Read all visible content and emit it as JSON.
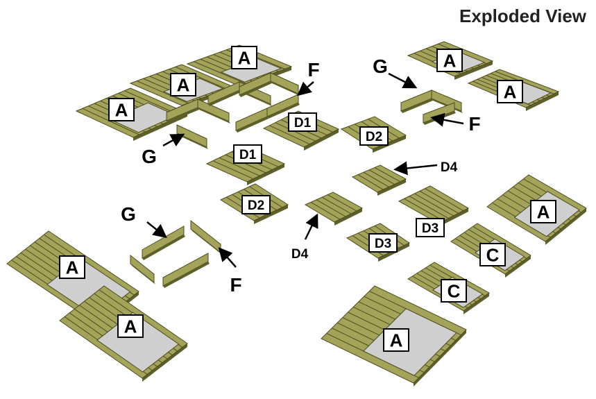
{
  "title": "Exploded View",
  "colors": {
    "wood": "#a3a35a",
    "wood_dark": "#5f5f2a",
    "wood_line": "#4c4c20",
    "screen": "#cfcfcf",
    "label_fill": "#ffffff",
    "label_stroke": "#000000"
  },
  "labels": {
    "A": "A",
    "C": "C",
    "D1": "D1",
    "D2": "D2",
    "D3": "D3",
    "D4": "D4",
    "F": "F",
    "G": "G"
  }
}
